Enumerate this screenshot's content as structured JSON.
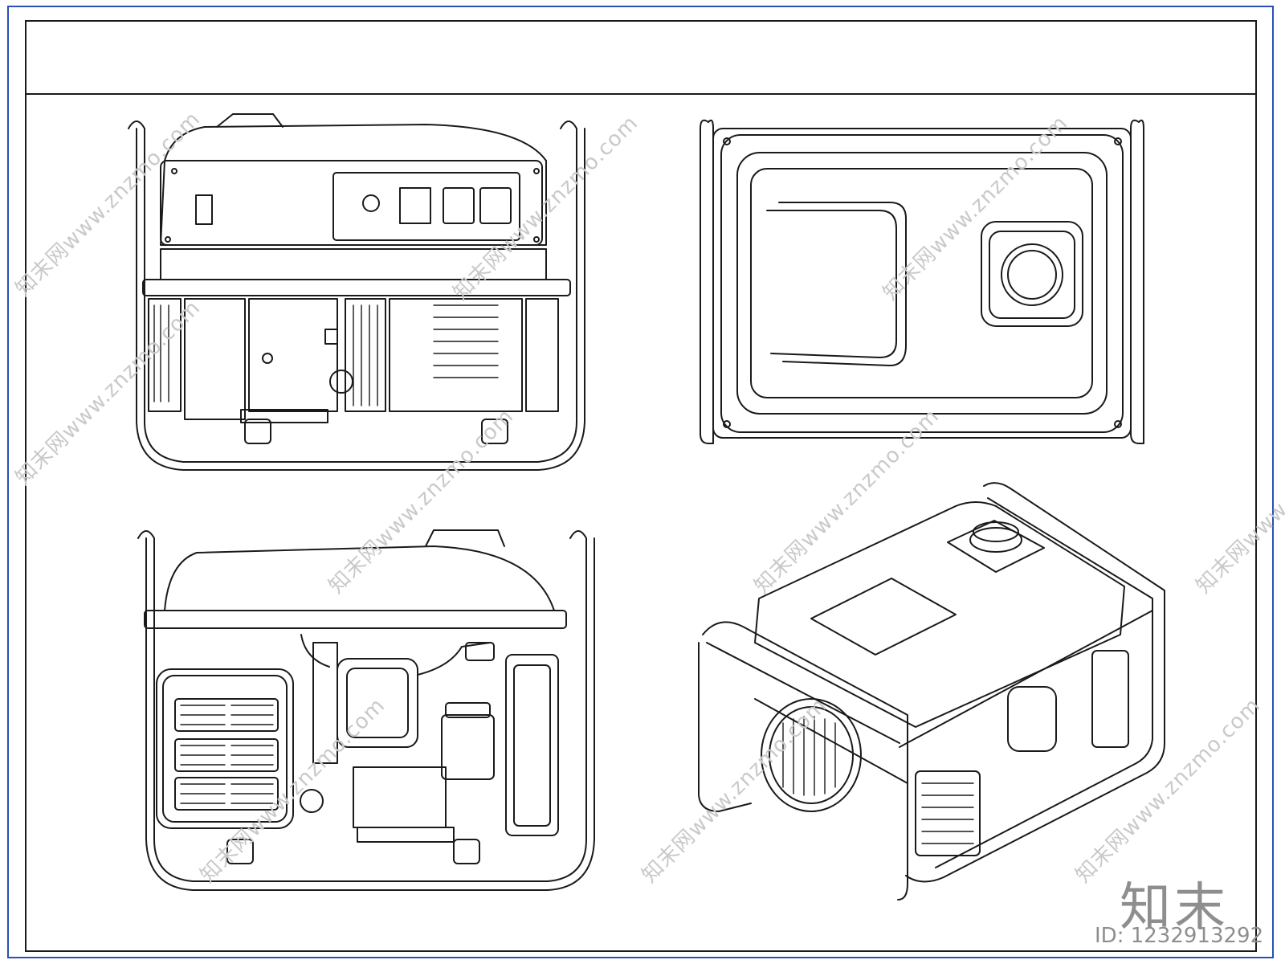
{
  "drawing": {
    "views": [
      {
        "name": "control-panel-view"
      },
      {
        "name": "top-view"
      },
      {
        "name": "engine-side-view"
      },
      {
        "name": "isometric-view"
      }
    ]
  },
  "watermark": {
    "text": "知末网www.znzmo.com",
    "brand": "知末",
    "image_id": "ID: 1232913292"
  }
}
